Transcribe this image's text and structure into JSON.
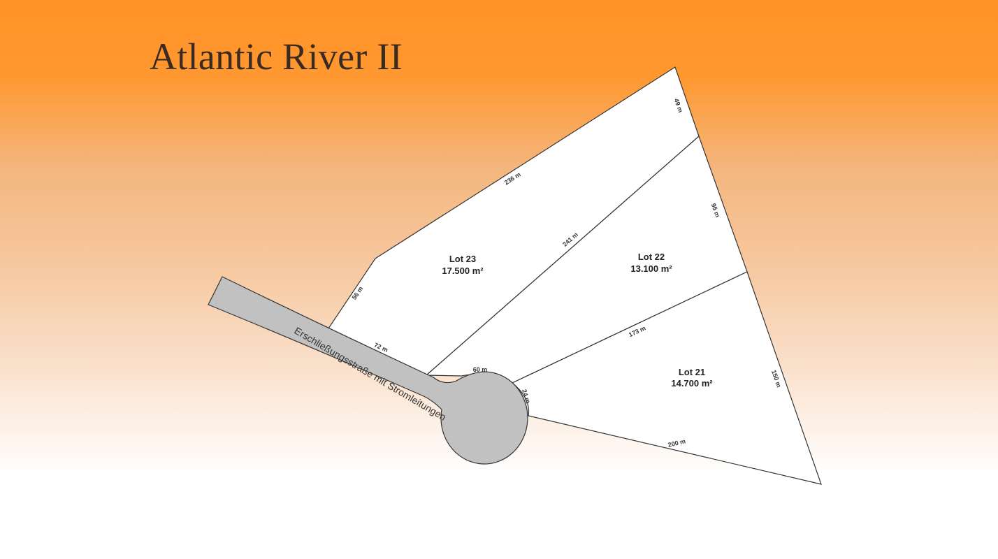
{
  "title": "Atlantic River II",
  "colors": {
    "background_top": "#ff9227",
    "background_bottom": "#ffffff",
    "lot_fill": "#ffffff",
    "road_fill": "#c0c1c0",
    "boundary_line": "#333333"
  },
  "road": {
    "label": "Erschließungsstraße mit Stromleitungen"
  },
  "lots": [
    {
      "name": "Lot 23",
      "area": "17.500 m²"
    },
    {
      "name": "Lot 22",
      "area": "13.100 m²"
    },
    {
      "name": "Lot 21",
      "area": "14.700 m²"
    }
  ],
  "dimensions": {
    "d236": "236 m",
    "d49": "49 m",
    "d95": "95 m",
    "d241": "241 m",
    "d56": "56 m",
    "d72": "72 m",
    "d60": "60 m",
    "d173": "173 m",
    "d24": "24 m",
    "d150": "150 m",
    "d200": "200 m"
  }
}
